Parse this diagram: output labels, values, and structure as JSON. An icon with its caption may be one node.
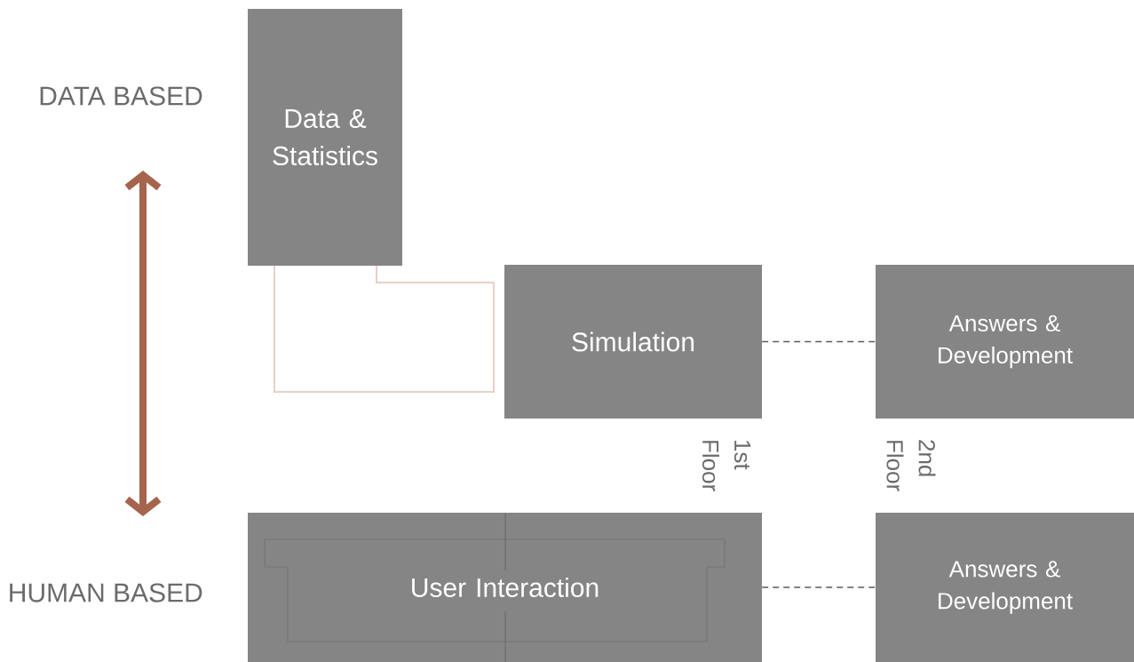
{
  "diagram": {
    "nodes": [
      {
        "text": [
          "Data & Statistics"
        ]
      },
      {
        "text": [
          "Simulation"
        ]
      },
      {
        "text": [
          "Answers & Development"
        ]
      },
      {
        "text": [
          "User Interaction"
        ]
      },
      {
        "text": [
          "Answers & Development"
        ]
      }
    ],
    "edges": [
      {
        "from": 1,
        "to": 2,
        "arrow": "none",
        "style": "dashed"
      },
      {
        "from": 3,
        "to": 4,
        "arrow": "none",
        "style": "dashed"
      }
    ],
    "labels": [
      "DATA BASED",
      "HUMAN BASED",
      "1st Floor",
      "2nd Floor"
    ]
  }
}
